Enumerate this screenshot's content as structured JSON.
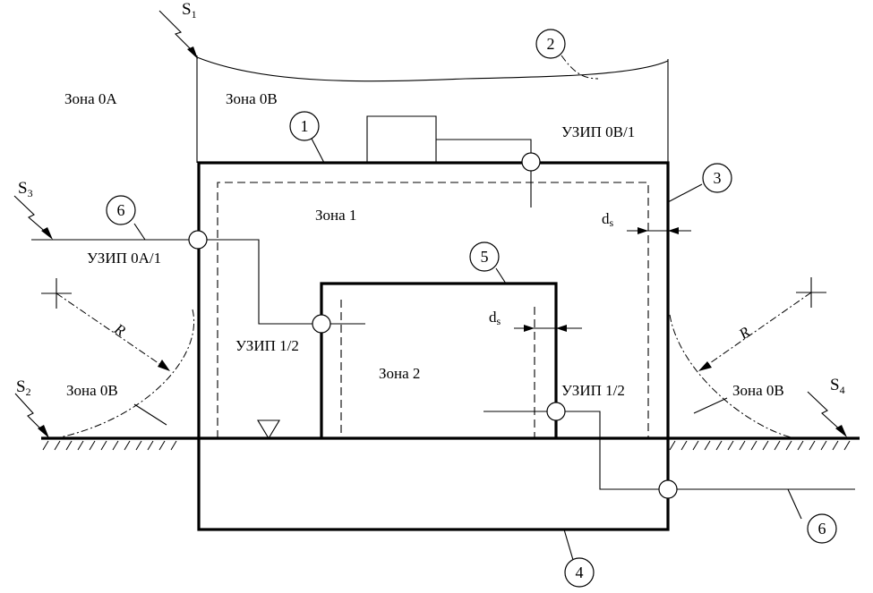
{
  "zones": {
    "zone_0a": "Зона 0А",
    "zone_0b_top": "Зона 0В",
    "zone_1": "Зона 1",
    "zone_2": "Зона 2",
    "zone_0b_left": "Зона 0В",
    "zone_0b_right": "Зона 0В"
  },
  "spd": {
    "spd_0b_1": "УЗИП 0В/1",
    "spd_0a_1": "УЗИП 0А/1",
    "spd_1_2_left": "УЗИП 1/2",
    "spd_1_2_right": "УЗИП 1/2"
  },
  "strikes": {
    "s1": {
      "letter": "S",
      "index": "1"
    },
    "s2": {
      "letter": "S",
      "index": "2"
    },
    "s3": {
      "letter": "S",
      "index": "3"
    },
    "s4": {
      "letter": "S",
      "index": "4"
    }
  },
  "callouts": [
    "1",
    "2",
    "3",
    "4",
    "5",
    "6",
    "6"
  ],
  "distance": {
    "letter": "d",
    "index": "s"
  },
  "radius": "R"
}
